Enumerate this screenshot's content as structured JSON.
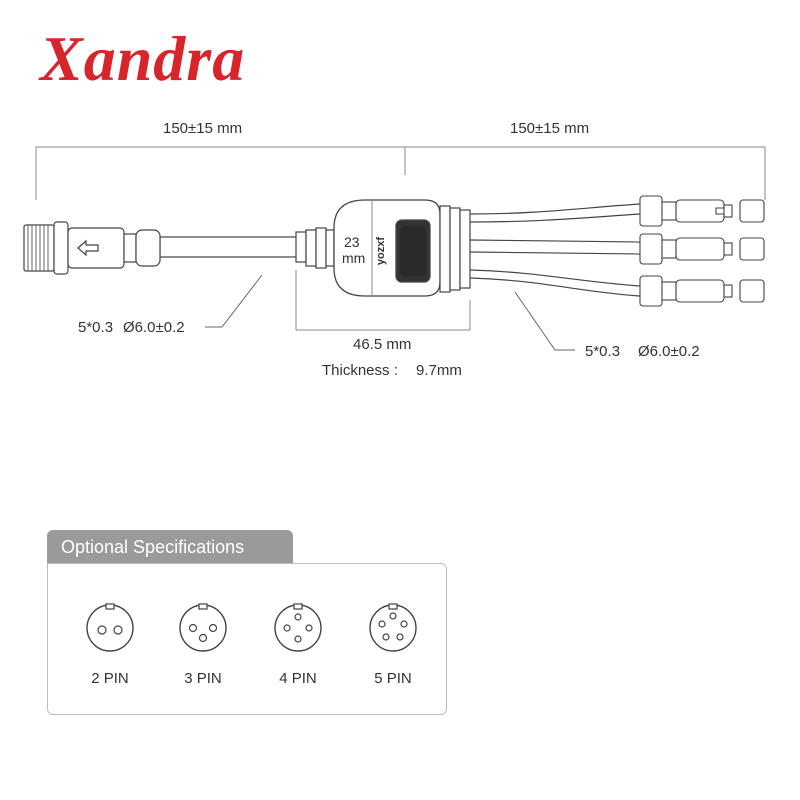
{
  "brand": {
    "logo_text": "Xandra",
    "color": "#d8242b"
  },
  "dimensions": {
    "left_length": "150±15 mm",
    "right_length": "150±15 mm",
    "hub_height_value": "23",
    "hub_height_unit": "mm",
    "hub_width": "46.5 mm",
    "thickness_label": "Thickness :",
    "thickness_value": "9.7mm",
    "left_cable_spec": "5*0.3",
    "left_cable_dia": "Ø6.0±0.2",
    "right_cable_spec": "5*0.3",
    "right_cable_dia": "Ø6.0±0.2"
  },
  "hub": {
    "label": "yozxf"
  },
  "specs": {
    "title": "Optional Specifications",
    "options": [
      {
        "label": "2 PIN",
        "pins": 2
      },
      {
        "label": "3 PIN",
        "pins": 3
      },
      {
        "label": "4 PIN",
        "pins": 4
      },
      {
        "label": "5 PIN",
        "pins": 5
      }
    ]
  }
}
